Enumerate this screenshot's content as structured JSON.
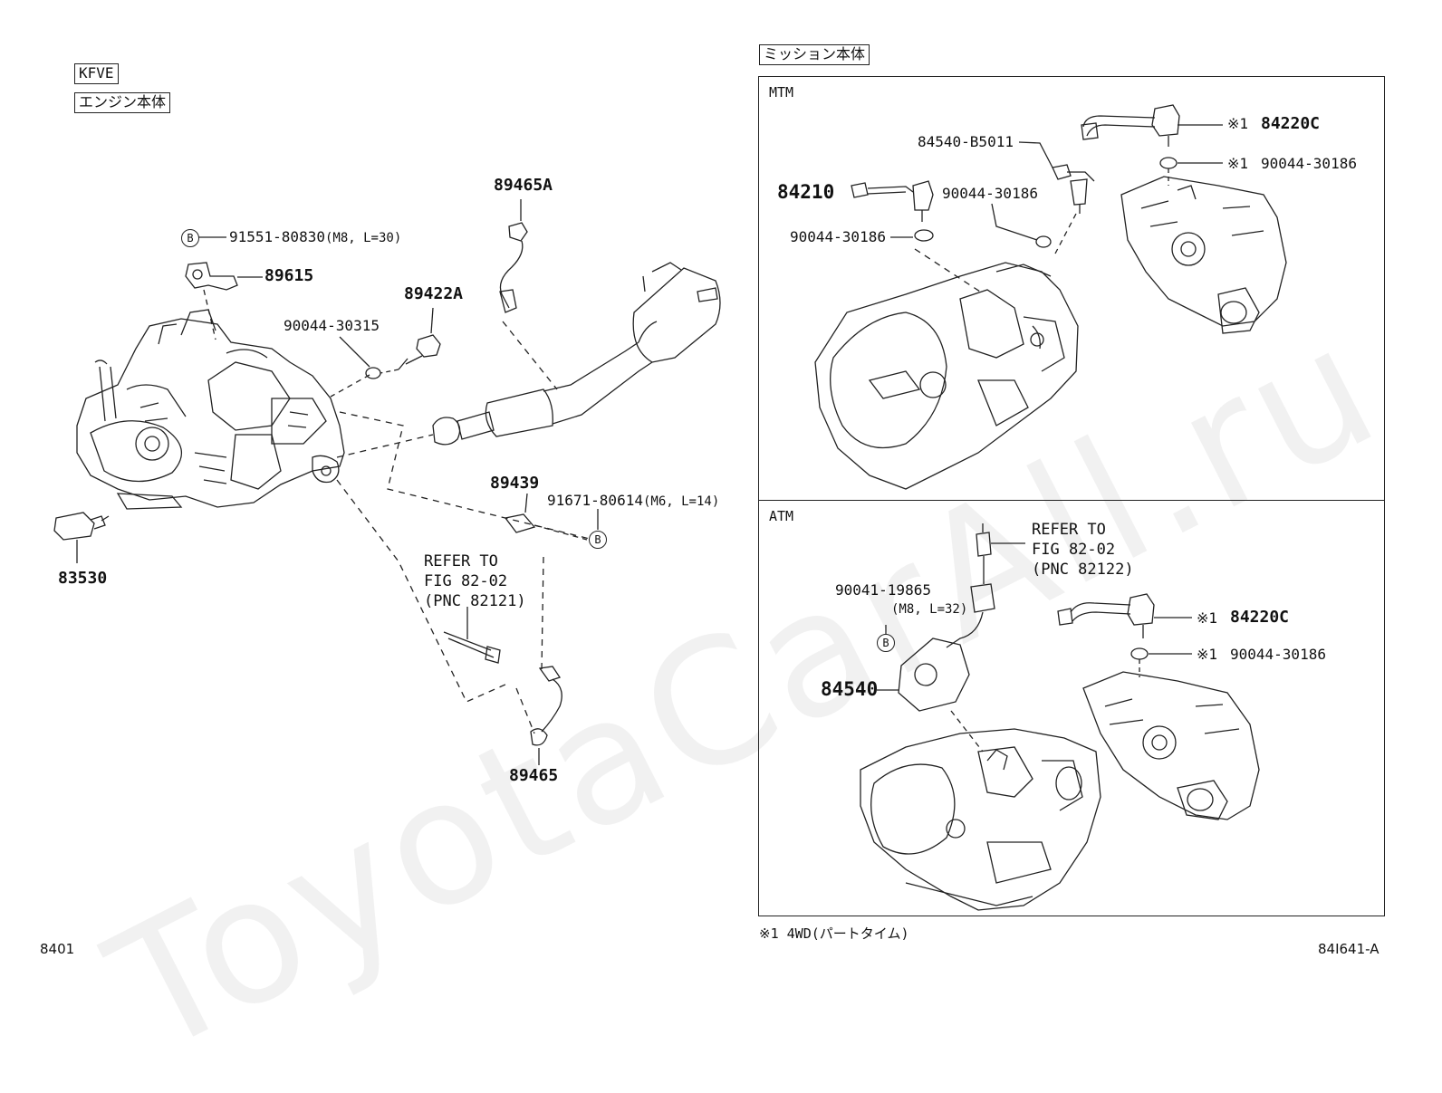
{
  "header": {
    "engine_tag": "KFVE",
    "engine_body_tag": "エンジン本体",
    "transmission_tag": "ミッション本体"
  },
  "sections": {
    "mtm": "MTM",
    "atm": "ATM"
  },
  "engine_parts": {
    "p89465A": "89465A",
    "p91551": "91551-80830",
    "p91551_spec": "(M8, L=30)",
    "p89615": "89615",
    "p89422A": "89422A",
    "p90044_30315": "90044-30315",
    "p89439": "89439",
    "p91671": "91671-80614",
    "p91671_spec": "(M6, L=14)",
    "p83530": "83530",
    "p89465": "89465",
    "refer_engine": "REFER TO\nFIG 82-02\n(PNC 82121)",
    "b_mark": "B"
  },
  "mtm_parts": {
    "p84540_B5011": "84540-B5011",
    "p84220C": "84220C",
    "p90044_top": "90044-30186",
    "p84210": "84210",
    "p90044_mid": "90044-30186",
    "p90044_left": "90044-30186",
    "note_mark": "※1"
  },
  "atm_parts": {
    "refer_atm": "REFER TO\nFIG 82-02\n(PNC 82122)",
    "p90041": "90041-19865",
    "p90041_spec": "(M8, L=32)",
    "p84540": "84540",
    "p84220C": "84220C",
    "p90044": "90044-30186",
    "note_mark": "※1",
    "b_mark": "B"
  },
  "footer": {
    "note": "※1  4WD(パートタイム)",
    "page_left": "8401",
    "drawing_id": "84I641-A"
  },
  "watermark": "ToyotaCarAll.ru"
}
